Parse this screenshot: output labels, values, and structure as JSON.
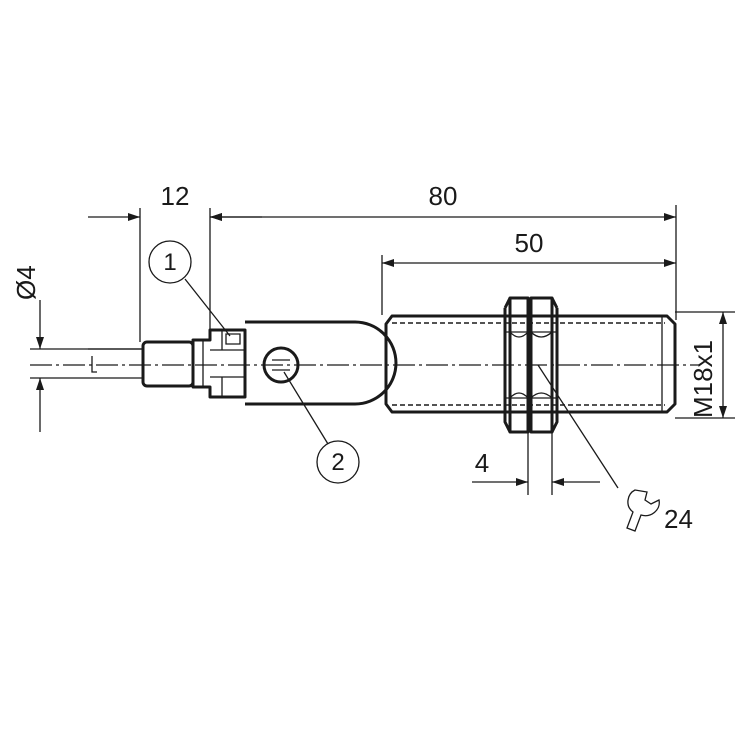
{
  "dimensions": {
    "cable_length": "12",
    "total_length": "80",
    "thread_length": "50",
    "cable_diameter": "Ø4",
    "thread_size": "M18x1",
    "nut_width": "4",
    "wrench_size": "24"
  },
  "callouts": {
    "one": "1",
    "two": "2"
  },
  "icons": {
    "wrench": "wrench-icon"
  }
}
